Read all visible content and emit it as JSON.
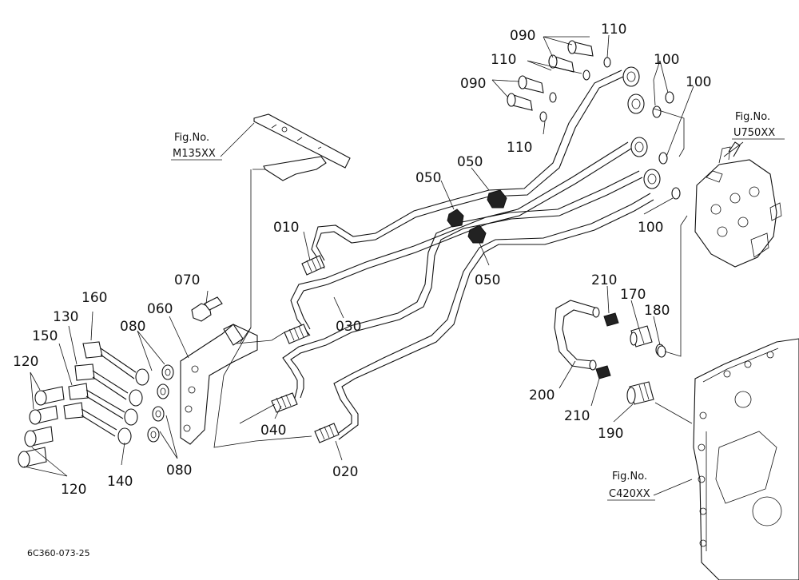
{
  "diagram": {
    "code": "6C360-073-25",
    "references": [
      {
        "id": "m135",
        "line1": "Fig.No.",
        "line2": "M135XX"
      },
      {
        "id": "u750",
        "line1": "Fig.No.",
        "line2": "U750XX"
      },
      {
        "id": "c420",
        "line1": "Fig.No.",
        "line2": "C420XX"
      }
    ],
    "labels": {
      "p010": "010",
      "p020": "020",
      "p030": "030",
      "p040": "040",
      "p050a": "050",
      "p050b": "050",
      "p050c": "050",
      "p060": "060",
      "p070": "070",
      "p080a": "080",
      "p080b": "080",
      "p090a": "090",
      "p090b": "090",
      "p100a": "100",
      "p100b": "100",
      "p100c": "100",
      "p110a": "110",
      "p110b": "110",
      "p110c": "110",
      "p120a": "120",
      "p120b": "120",
      "p130": "130",
      "p140": "140",
      "p150": "150",
      "p160": "160",
      "p170": "170",
      "p180": "180",
      "p190": "190",
      "p200": "200",
      "p210a": "210",
      "p210b": "210"
    }
  }
}
